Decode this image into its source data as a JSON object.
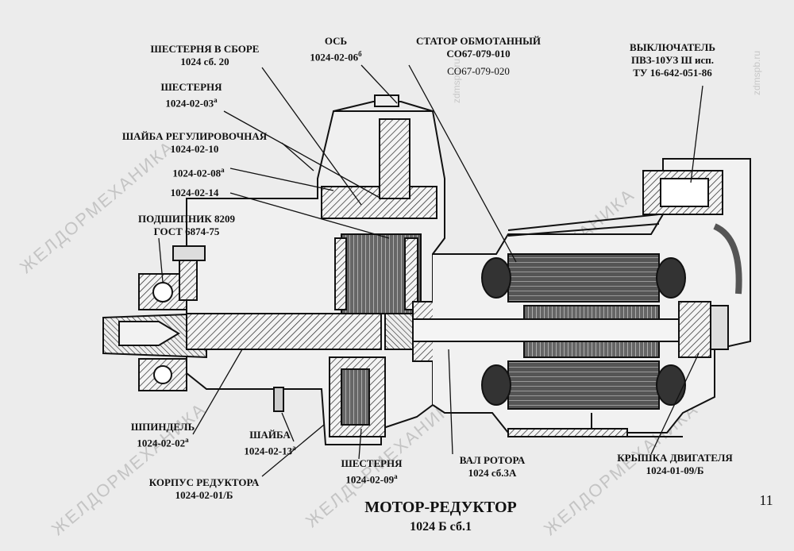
{
  "labels": {
    "gear_assembly": {
      "name": "ШЕСТЕРНЯ В СБОРЕ",
      "code": "1024 сб. 20"
    },
    "axle": {
      "name": "ОСЬ",
      "code": "1024-02-06",
      "sup": "б"
    },
    "stator": {
      "name": "СТАТОР ОБМОТАННЫЙ",
      "code": "СО67-079-010",
      "code2": "СО67-079-020"
    },
    "switch": {
      "name": "ВЫКЛЮЧАТЕЛЬ",
      "model": "ПВЗ-10УЗ  Ш исп.",
      "spec": "ТУ 16-642-051-86"
    },
    "gear_top": {
      "name": "ШЕСТЕРНЯ",
      "code": "1024-02-03",
      "sup": "а"
    },
    "shim": {
      "name": "ШАЙБА РЕГУЛИРОВОЧНАЯ",
      "code": "1024-02-10"
    },
    "part_08": {
      "code": "1024-02-08",
      "sup": "а"
    },
    "part_14": {
      "code": "1024-02-14"
    },
    "bearing": {
      "name": "ПОДШИПНИК  8209",
      "spec": "ГОСТ 6874-75"
    },
    "spindle": {
      "name": "ШПИНДЕЛЬ",
      "code": "1024-02-02",
      "sup": "а"
    },
    "washer": {
      "name": "ШАЙБА",
      "code": "1024-02-13",
      "sup": "а"
    },
    "gear_bottom": {
      "name": "ШЕСТЕРНЯ",
      "code": "1024-02-09",
      "sup": "а"
    },
    "rotor_shaft": {
      "name": "ВАЛ РОТОРА",
      "code": "1024 сб.3А"
    },
    "motor_cover": {
      "name": "КРЫШКА ДВИГАТЕЛЯ",
      "code": "1024-01-09/Б"
    },
    "gearbox_housing": {
      "name": "КОРПУС РЕДУКТОРА",
      "code": "1024-02-01/Б"
    }
  },
  "title": {
    "main": "МОТОР-РЕДУКТОР",
    "code": "1024 Б сб.1"
  },
  "page_number": "11",
  "watermark": {
    "text": "ЖЕЛДОРМЕХАНИКА",
    "site": "zdmspb.ru"
  }
}
